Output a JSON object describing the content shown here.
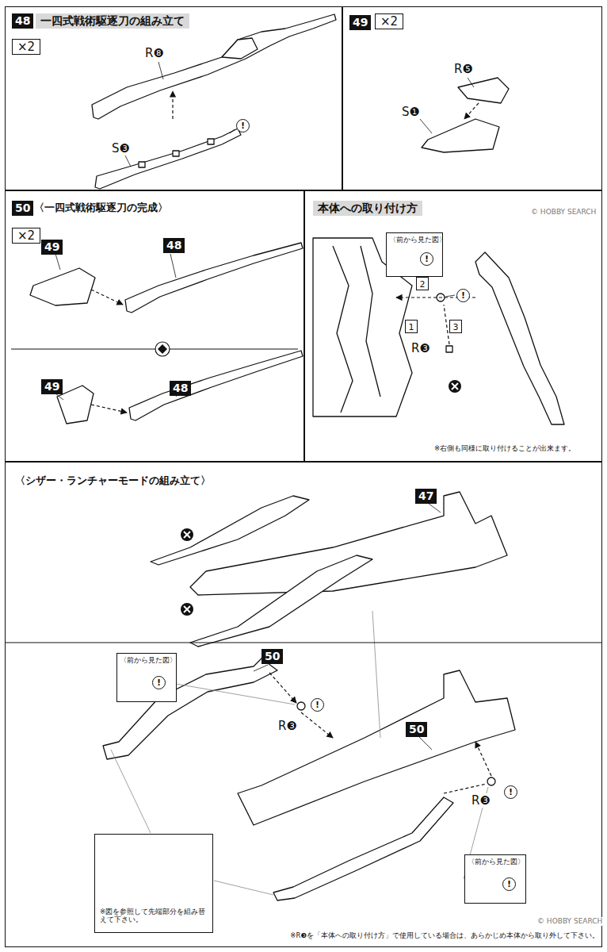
{
  "diagram": {
    "nodes": [
      {
        "text": [
          "48",
          "一四式戦術駆逐刀の組み立て",
          "×2"
        ]
      },
      {
        "text": [
          "49",
          "×2"
        ]
      },
      {
        "text": [
          "50",
          "〈一四式戦術駆逐刀の完成〉",
          "×2"
        ]
      },
      {
        "text": [
          "本体への取り付け方"
        ]
      },
      {
        "text": [
          "〈前から見た図〉"
        ],
        "in": 3
      },
      {
        "text": [
          "2"
        ],
        "in": 3
      },
      {
        "text": [
          "1"
        ],
        "in": 3
      },
      {
        "text": [
          "3"
        ],
        "in": 3
      },
      {
        "text": [
          "〈シザー・ランチャーモードの組み立て〉"
        ]
      },
      {
        "text": [
          "〈前から見た図〉"
        ],
        "in": 8
      },
      {
        "text": [
          "※図を参照して先端部分を組み替えて下さい。"
        ],
        "in": 8
      },
      {
        "text": [
          "〈前から見た図〉"
        ],
        "in": 8
      }
    ],
    "labels": [
      "R❽",
      "S❸",
      "!",
      "R❺",
      "S❶",
      "49",
      "48",
      "49",
      "48",
      "!",
      "R❸",
      "!",
      "※右側も同様に取り付けることが出来ます。",
      "47",
      "50",
      "!",
      "R❸",
      "!",
      "R❸",
      "!",
      "50",
      "!",
      "※R❸を「本体への取り付け方」で使用している場合は、あらかじめ本体から取り外して下さい。",
      "© HOBBY SEARCH",
      "© HOBBY SEARCH"
    ]
  }
}
